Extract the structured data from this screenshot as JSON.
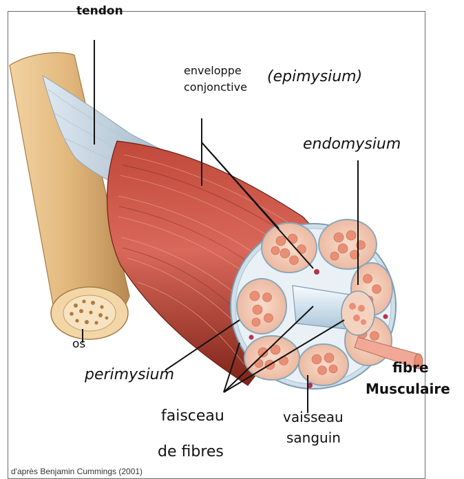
{
  "labels": {
    "tendon": "tendon",
    "enveloppe_line1": "enveloppe",
    "enveloppe_line2": "conjonctive",
    "epimysium": "(epimysium)",
    "endomysium": "endomysium",
    "os": "os",
    "perimysium": "perimysium",
    "fibre_line1": "fibre",
    "fibre_line2": "Musculaire",
    "faisceau_line1": "faisceau",
    "faisceau_line2": "de fibres",
    "vaisseau_line1": "vaisseau",
    "vaisseau_line2": "sanguin"
  },
  "credit": "d'après Benjamin Cummings (2001)",
  "colors": {
    "muscle_dark": "#9c2e1e",
    "muscle_light": "#d9685a",
    "bone": "#e2b77c",
    "tendon": "#e6eef5",
    "fascicle_fill": "#f3cdb8",
    "fiber_cell": "#e88f76",
    "sheath": "#c9dce8"
  }
}
